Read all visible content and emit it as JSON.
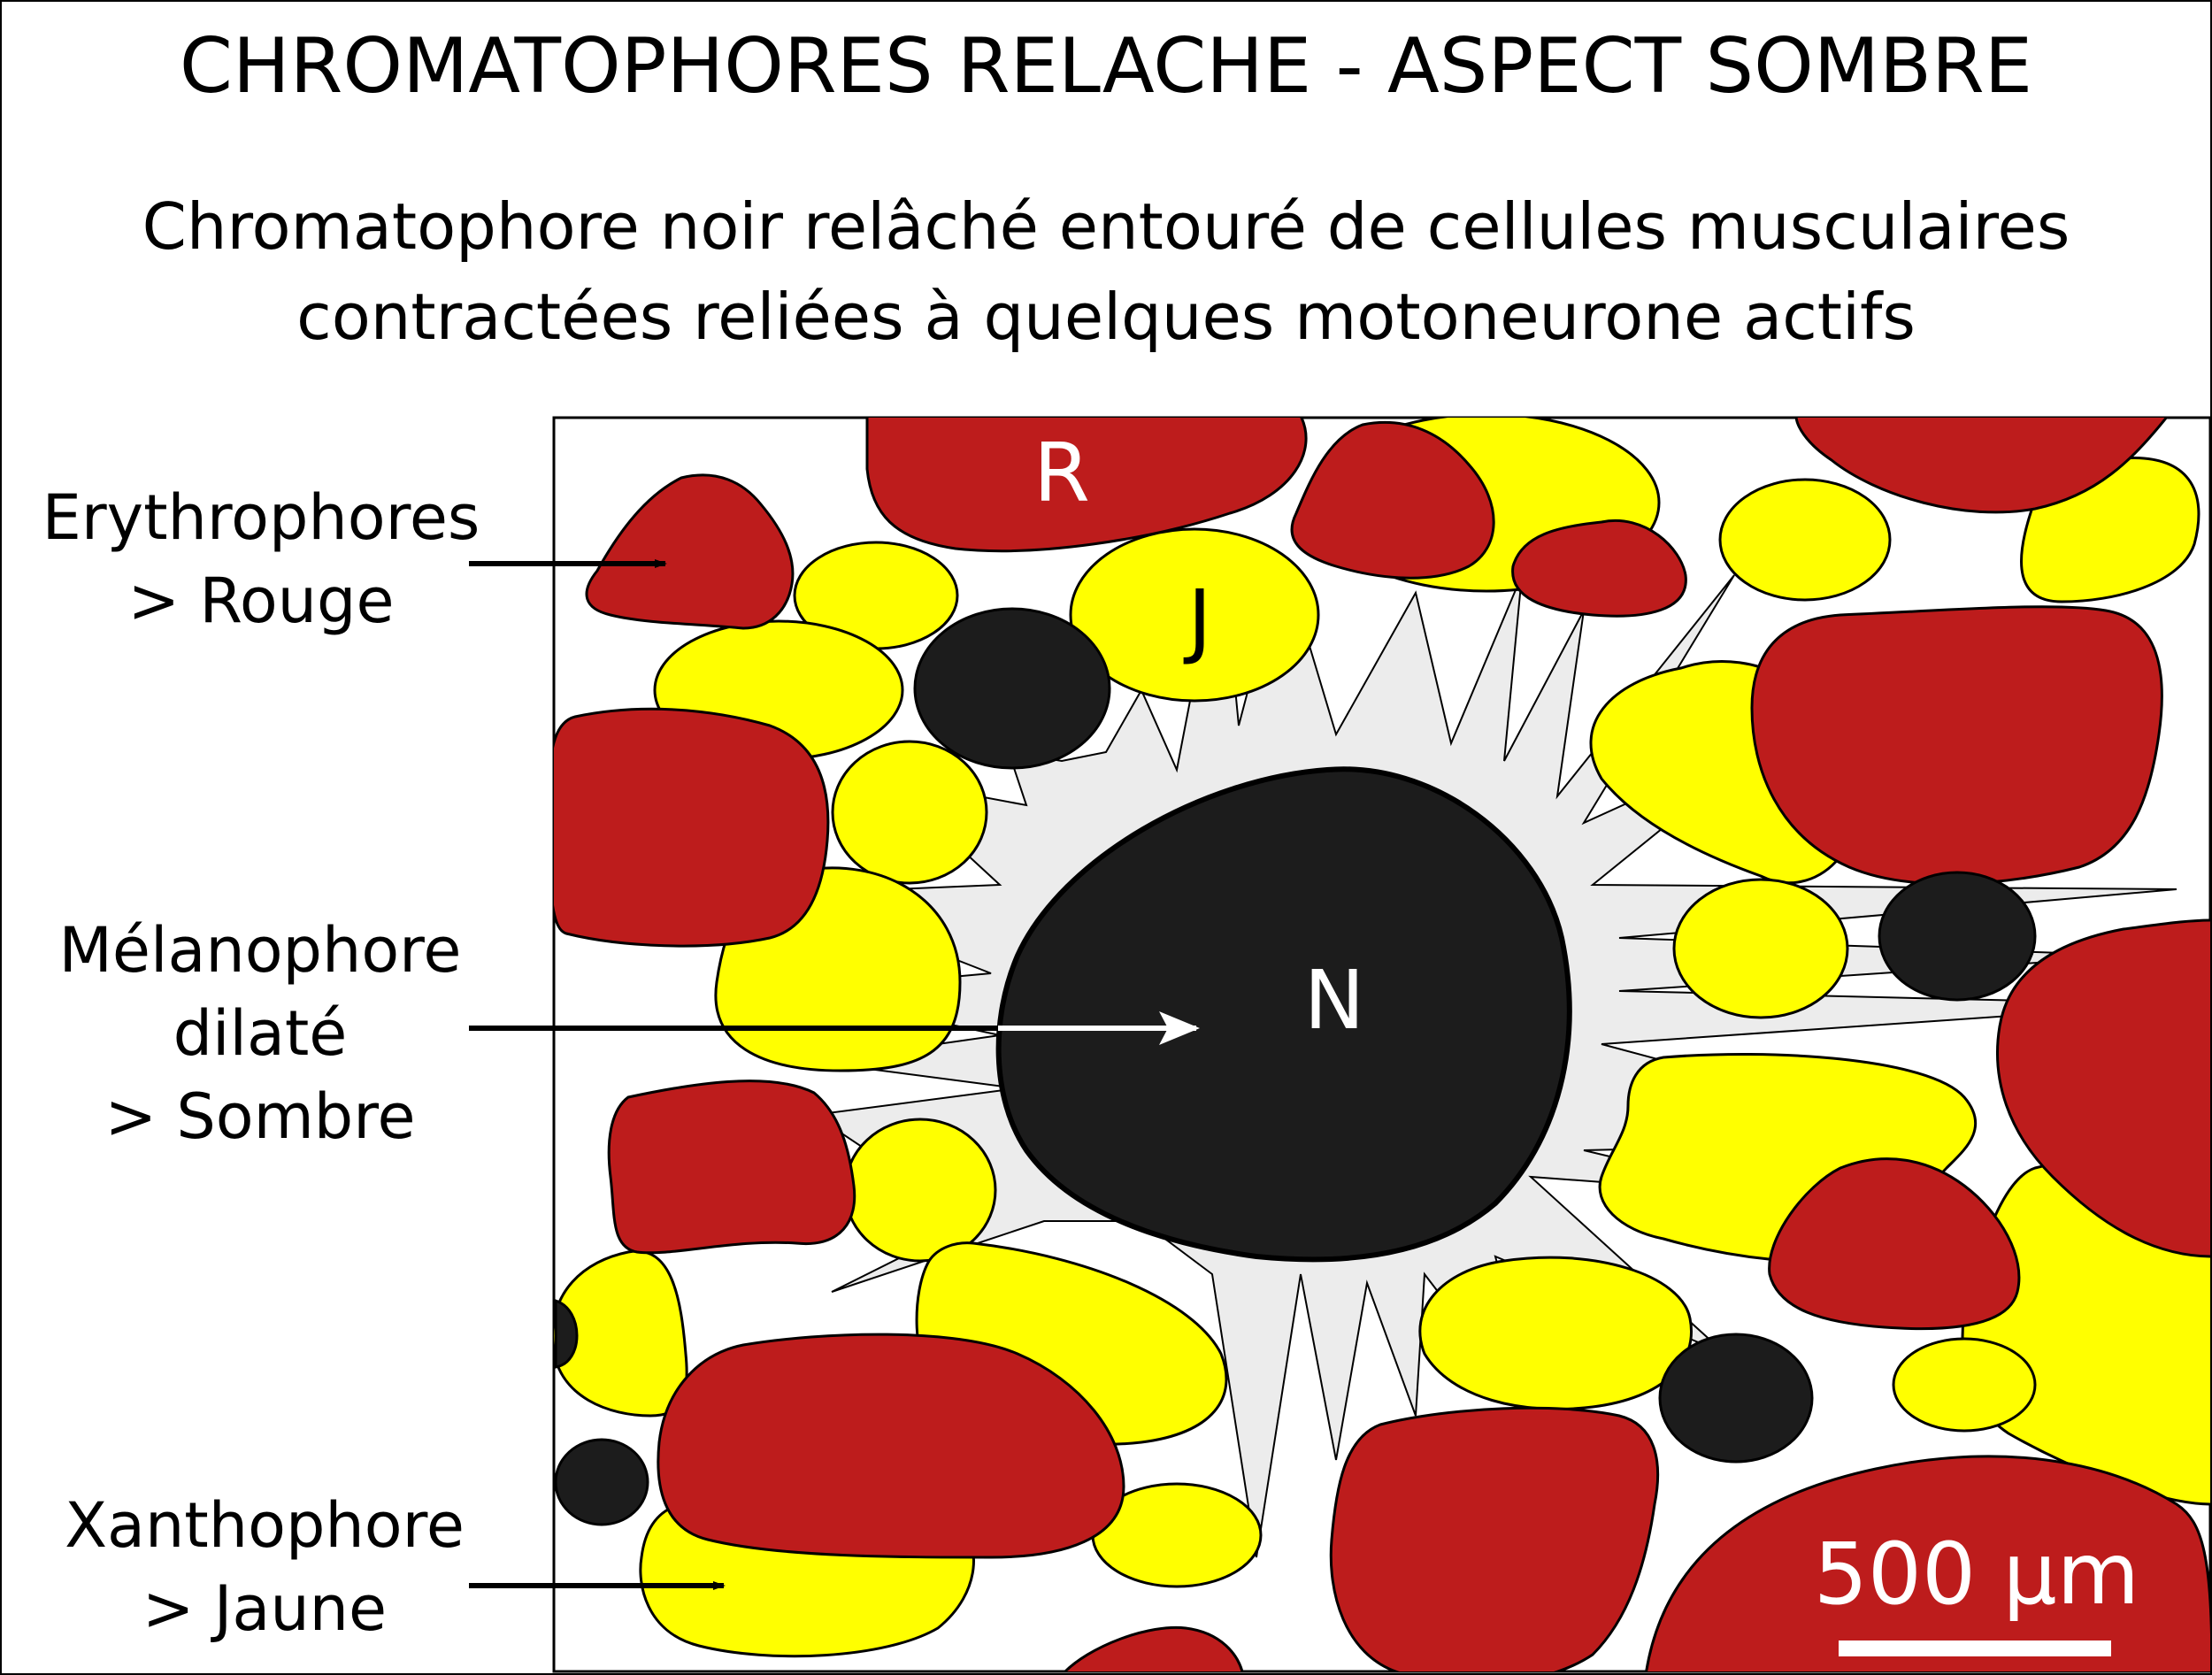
{
  "title": "CHROMATOPHORES RELACHE - ASPECT SOMBRE",
  "subtitle": {
    "line1": "Chromatophore noir relâché entouré de cellules musculaires",
    "line2": "contractées reliées à quelques motoneurone actifs"
  },
  "labels": {
    "erythrophores": {
      "line1": "Erythrophores",
      "line2": "> Rouge"
    },
    "melanophore": {
      "line1": "Mélanophore",
      "line2": "dilaté",
      "line3": "> Sombre"
    },
    "xanthophore": {
      "line1": "Xanthophore",
      "line2": "> Jaune"
    }
  },
  "cell_letters": {
    "red": "R",
    "yellow": "J",
    "black": "N"
  },
  "scale_bar": {
    "text": "500 µm"
  },
  "colors": {
    "red": "#bd1c1c",
    "yellow": "#ffff00",
    "black": "#1c1c1c",
    "muscle": "#ececec",
    "outline": "#000000"
  }
}
